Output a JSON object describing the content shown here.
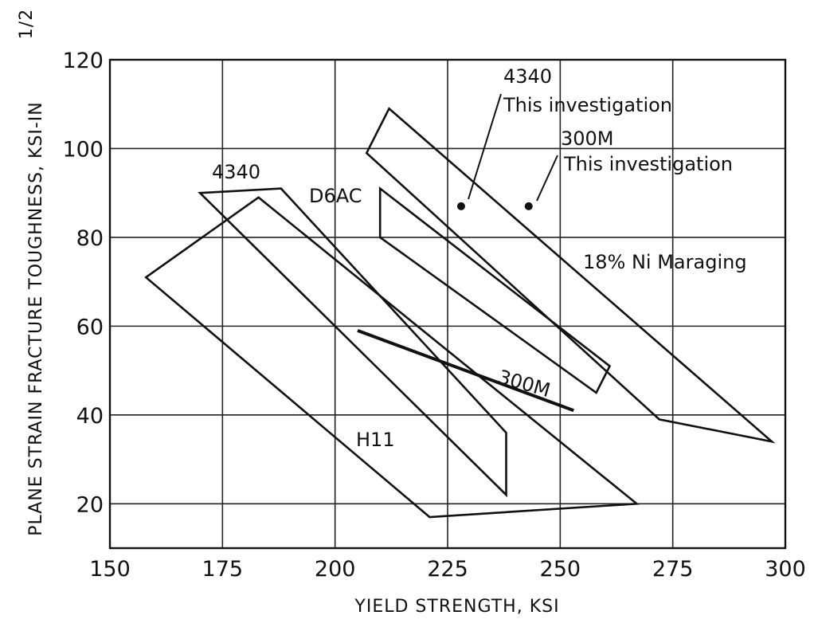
{
  "chart_data": {
    "type": "scatter",
    "title": "",
    "xlabel": "YIELD STRENGTH, KSI",
    "ylabel": "PLANE STRAIN FRACTURE TOUGHNESS, KSI-IN",
    "ylabel_superscript": "1/2",
    "xlim": [
      150,
      300
    ],
    "ylim": [
      10,
      120
    ],
    "xticks": [
      150,
      175,
      200,
      225,
      250,
      275,
      300
    ],
    "yticks": [
      20,
      40,
      60,
      80,
      100,
      120
    ],
    "grid": true,
    "regions": [
      {
        "name": "H11",
        "hatch": "none",
        "points": [
          [
            158,
            71
          ],
          [
            183,
            89
          ],
          [
            267,
            20
          ],
          [
            221,
            17
          ]
        ]
      },
      {
        "name": "4340",
        "hatch": "diagonal",
        "points": [
          [
            170,
            90
          ],
          [
            188,
            91
          ],
          [
            238,
            36
          ],
          [
            238,
            22
          ]
        ]
      },
      {
        "name": "D6AC",
        "hatch": "vertical",
        "points": [
          [
            210,
            91
          ],
          [
            261,
            51
          ],
          [
            258,
            45
          ],
          [
            210,
            80
          ]
        ]
      },
      {
        "name": "18% Ni Maraging",
        "hatch": "none",
        "points": [
          [
            207,
            99
          ],
          [
            212,
            109
          ],
          [
            297,
            34
          ],
          [
            272,
            39
          ]
        ]
      }
    ],
    "band": {
      "name": "300M",
      "points": [
        [
          205,
          59
        ],
        [
          253,
          41
        ]
      ]
    },
    "points": [
      {
        "name": "4340",
        "annotation": "This investigation",
        "x": 228,
        "y": 87
      },
      {
        "name": "300M",
        "annotation": "This investigation",
        "x": 243,
        "y": 87
      }
    ],
    "annotations": [
      {
        "text": "4340",
        "anchor": "4340 region"
      },
      {
        "text": "D6AC",
        "anchor": "D6AC region"
      },
      {
        "text": "18% Ni Maraging",
        "anchor": "Maraging region"
      },
      {
        "text": "300M",
        "anchor": "300M band"
      },
      {
        "text": "H11",
        "anchor": "H11 region"
      },
      {
        "text": "4340",
        "anchor": "4340 point"
      },
      {
        "text": "This investigation",
        "anchor": "4340 point"
      },
      {
        "text": "300M",
        "anchor": "300M point"
      },
      {
        "text": "This investigation",
        "anchor": "300M point"
      }
    ]
  }
}
